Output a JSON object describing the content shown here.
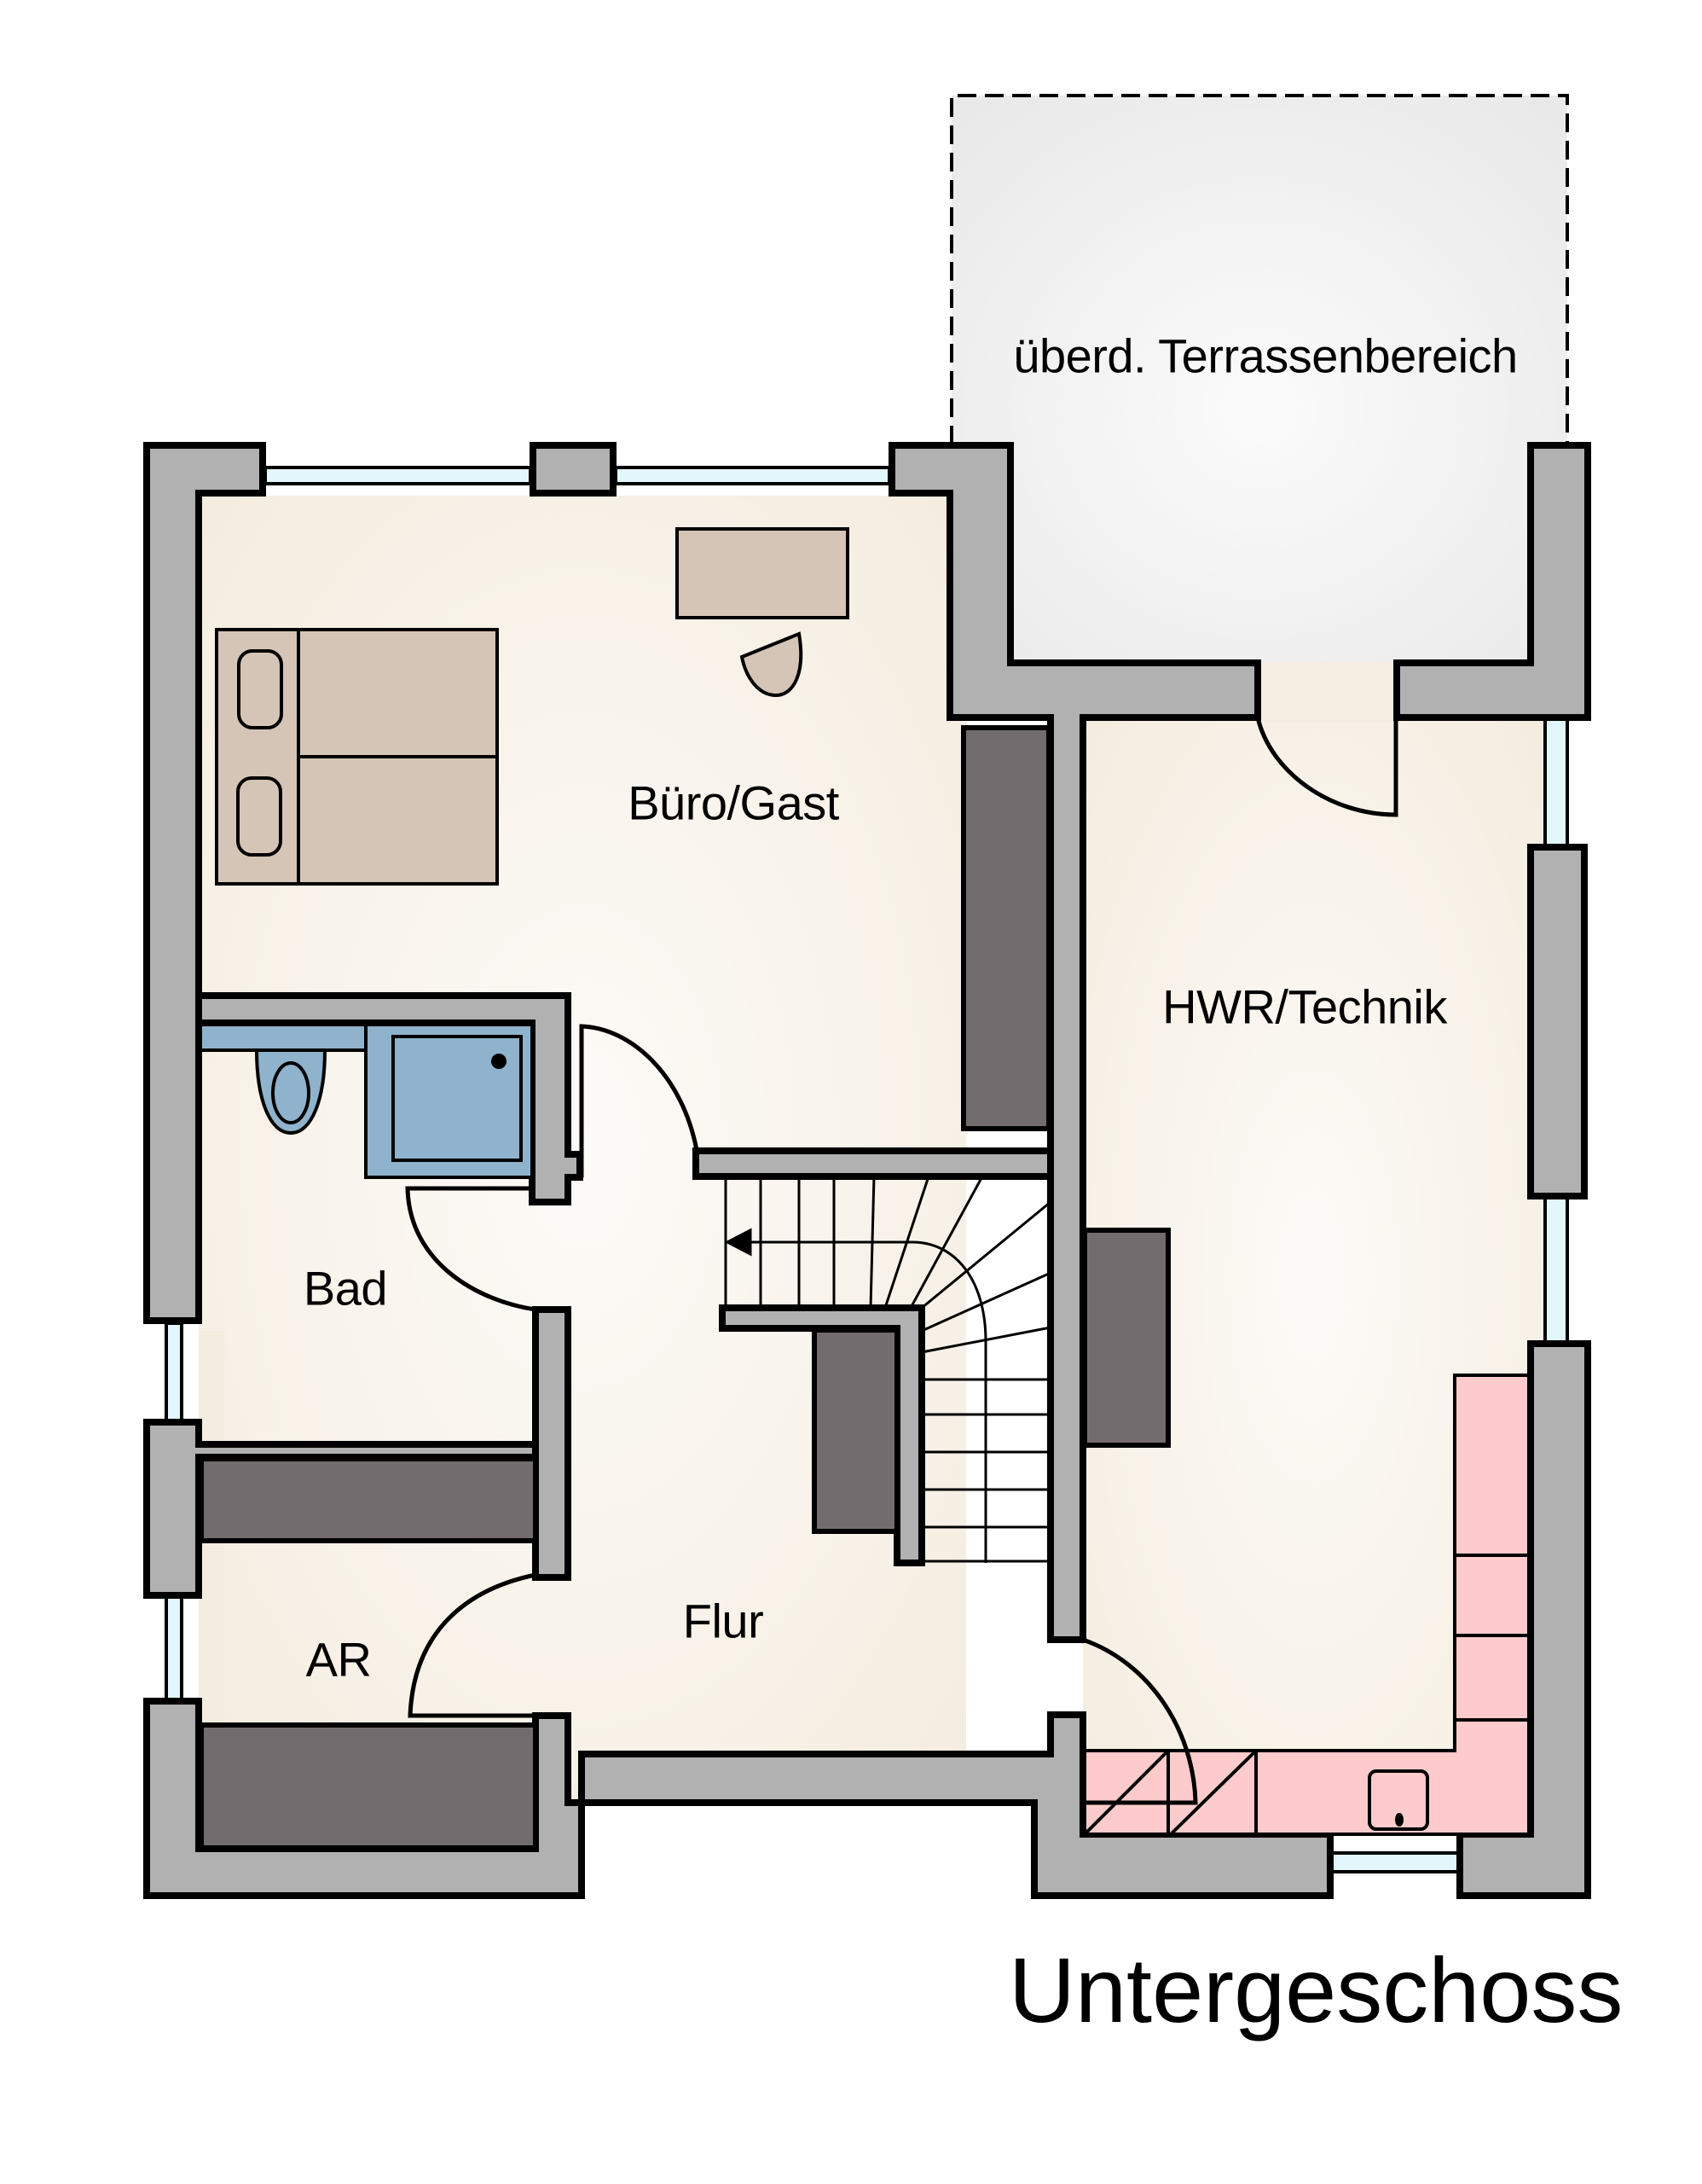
{
  "title": "Untergeschoss",
  "rooms": {
    "terrace": "überd. Terrassenbereich",
    "office": "Büro/Gast",
    "utility": "HWR/Technik",
    "bath": "Bad",
    "storage": "AR",
    "hall": "Flur"
  },
  "colors": {
    "wall": "#b1b1b1",
    "outline": "#000000",
    "floor": "#f7f1e6",
    "terrace": "#f2f2f2",
    "window_glass": "#e2f7fc",
    "closet": "#726c6e",
    "furniture": "#d5c5b6",
    "sanitary": "#8fb3cc",
    "kitchen": "#fdcbcb"
  }
}
